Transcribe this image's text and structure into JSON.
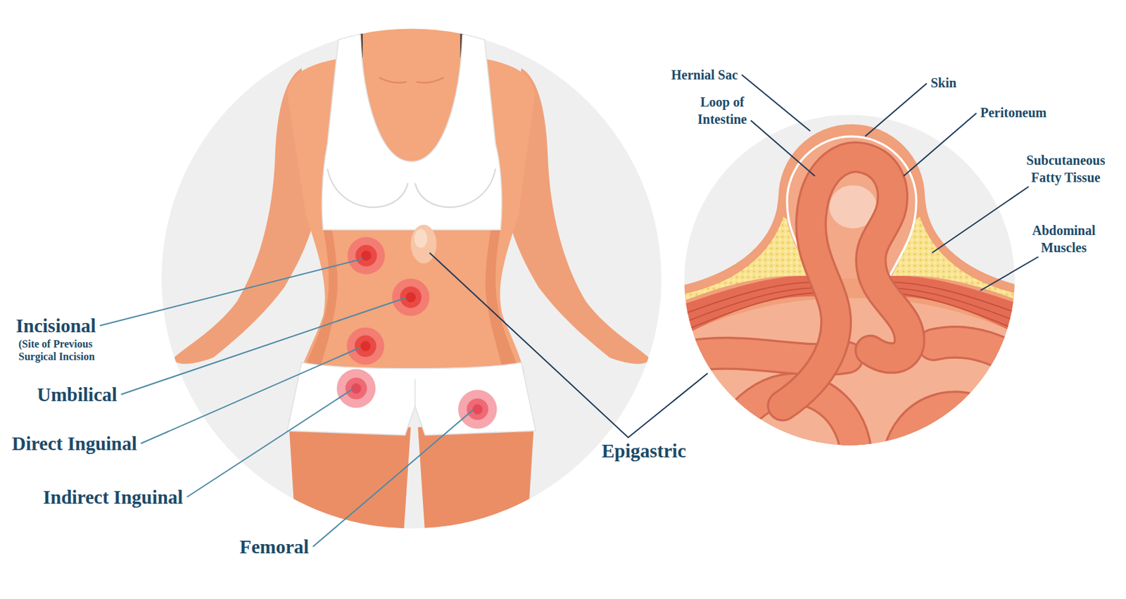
{
  "diagram": {
    "labels": [
      "Incisional",
      "(Site of Previous Surgical Incision",
      "Umbilical",
      "Direct Inguinal",
      "Indirect Inguinal",
      "Femoral",
      "Epigastric",
      "Hernial Sac",
      "Loop of Intestine",
      "Skin",
      "Peritoneum",
      "Subcutaneous Fatty Tissue",
      "Abdominal Muscles"
    ]
  }
}
